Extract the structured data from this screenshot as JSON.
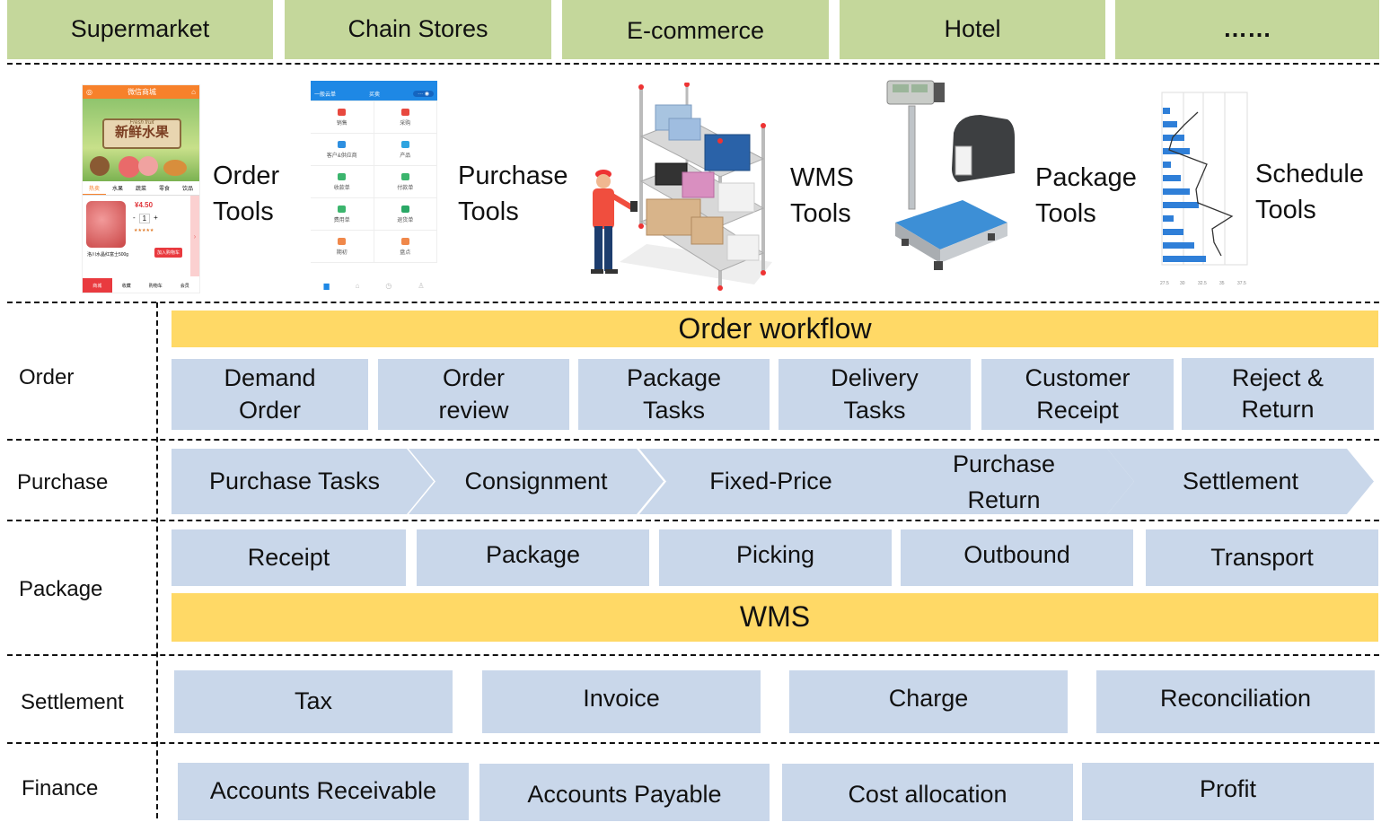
{
  "industries": [
    {
      "label": "Supermarket"
    },
    {
      "label": "Chain Stores"
    },
    {
      "label": "E-commerce"
    },
    {
      "label": "Hotel"
    },
    {
      "label": "……"
    }
  ],
  "tools": [
    {
      "line1": "Order",
      "line2": "Tools",
      "image": "mobile-shop-app"
    },
    {
      "line1": "Purchase",
      "line2": "Tools",
      "image": "mobile-purchase-app"
    },
    {
      "line1": "WMS",
      "line2": "Tools",
      "image": "warehouse-shelf-worker"
    },
    {
      "line1": "Package",
      "line2": "Tools",
      "image": "scale-and-label-printer"
    },
    {
      "line1": "Schedule",
      "line2": "Tools",
      "image": "rotated-bar-line-chart"
    }
  ],
  "shop_app": {
    "title": "微信商城",
    "banner_en": "Fresh fruit",
    "banner_cn": "新鲜水果",
    "tabs": [
      "热卖",
      "水果",
      "蔬菜",
      "零食",
      "饮品"
    ],
    "price": "¥4.50",
    "qty": "1",
    "product": "洛川水晶红富士500g",
    "add_to_cart": "加入购物车",
    "bottom_nav": [
      "商城",
      "收藏",
      "购物车",
      "会员"
    ]
  },
  "purchase_app": {
    "left": "一般云单",
    "title": "买卖",
    "grid": [
      "销售",
      "采购",
      "客户&供应商",
      "产品",
      "收款单",
      "付款单",
      "费用单",
      "退货单",
      "期初",
      "盘点"
    ]
  },
  "rows": {
    "order": {
      "label": "Order",
      "bar": "Order workflow",
      "items": [
        {
          "line1": "Demand",
          "line2": "Order"
        },
        {
          "line1": "Order",
          "line2": "review"
        },
        {
          "line1": "Package",
          "line2": "Tasks"
        },
        {
          "line1": "Delivery",
          "line2": "Tasks"
        },
        {
          "line1": "Customer",
          "line2": "Receipt"
        },
        {
          "line1": "Reject &",
          "line2": "Return"
        }
      ]
    },
    "purchase": {
      "label": "Purchase",
      "items": [
        {
          "line1": "Purchase Tasks",
          "line2": ""
        },
        {
          "line1": "Consignment",
          "line2": ""
        },
        {
          "line1": "Fixed-Price",
          "line2": ""
        },
        {
          "line1": "Purchase",
          "line2": "Return"
        },
        {
          "line1": "Settlement",
          "line2": ""
        }
      ]
    },
    "package": {
      "label": "Package",
      "items": [
        "Receipt",
        "Package",
        "Picking",
        "Outbound",
        "Transport"
      ],
      "bar": "WMS"
    },
    "settlement": {
      "label": "Settlement",
      "items": [
        "Tax",
        "Invoice",
        "Charge",
        "Reconciliation"
      ]
    },
    "finance": {
      "label": "Finance",
      "items": [
        "Accounts Receivable",
        "Accounts Payable",
        "Cost allocation",
        "Profit"
      ]
    }
  },
  "colors": {
    "industry_bg": "#c4d79b",
    "highlight_bar": "#ffd966",
    "module_box": "#c9d7ea"
  }
}
